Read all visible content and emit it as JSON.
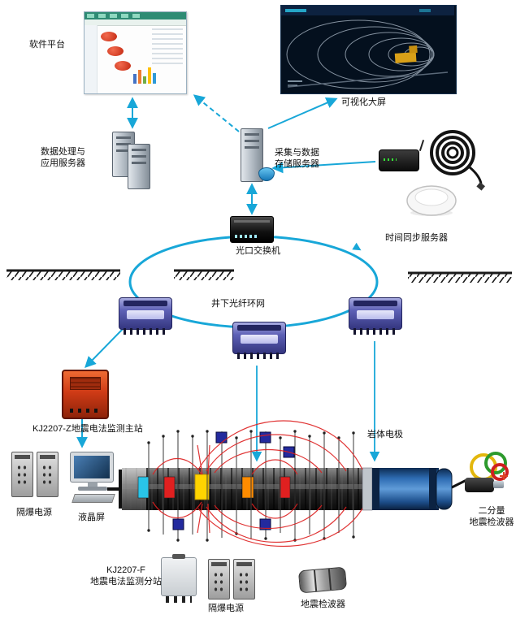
{
  "diagram": {
    "labels": {
      "software_platform": "软件平台",
      "visualization_screen": "可视化大屏",
      "data_app_server": "数据处理与\n应用服务器",
      "collect_storage_server": "采集与数据\n存储服务器",
      "time_sync_server": "时间同步服务器",
      "optical_switch": "光口交换机",
      "fiber_ring": "井下光纤环网",
      "main_station": "KJ2207-Z地震电法监测主站",
      "rock_electrodes": "岩体电极",
      "flameproof_power_left": "隔爆电源",
      "lcd_screen": "液晶屏",
      "substation": "KJ2207-F\n地震电法监测分站",
      "flameproof_power_bottom": "隔爆电源",
      "geophone": "地震检波器",
      "two_component_geophone": "二分量\n地震检波器"
    },
    "colors": {
      "link": "#18a7d8",
      "field_line": "#dd1f1f",
      "substation_body": "#5558b0",
      "main_station_body": "#cf3b16",
      "electrode_marker": "#232a9e"
    }
  }
}
